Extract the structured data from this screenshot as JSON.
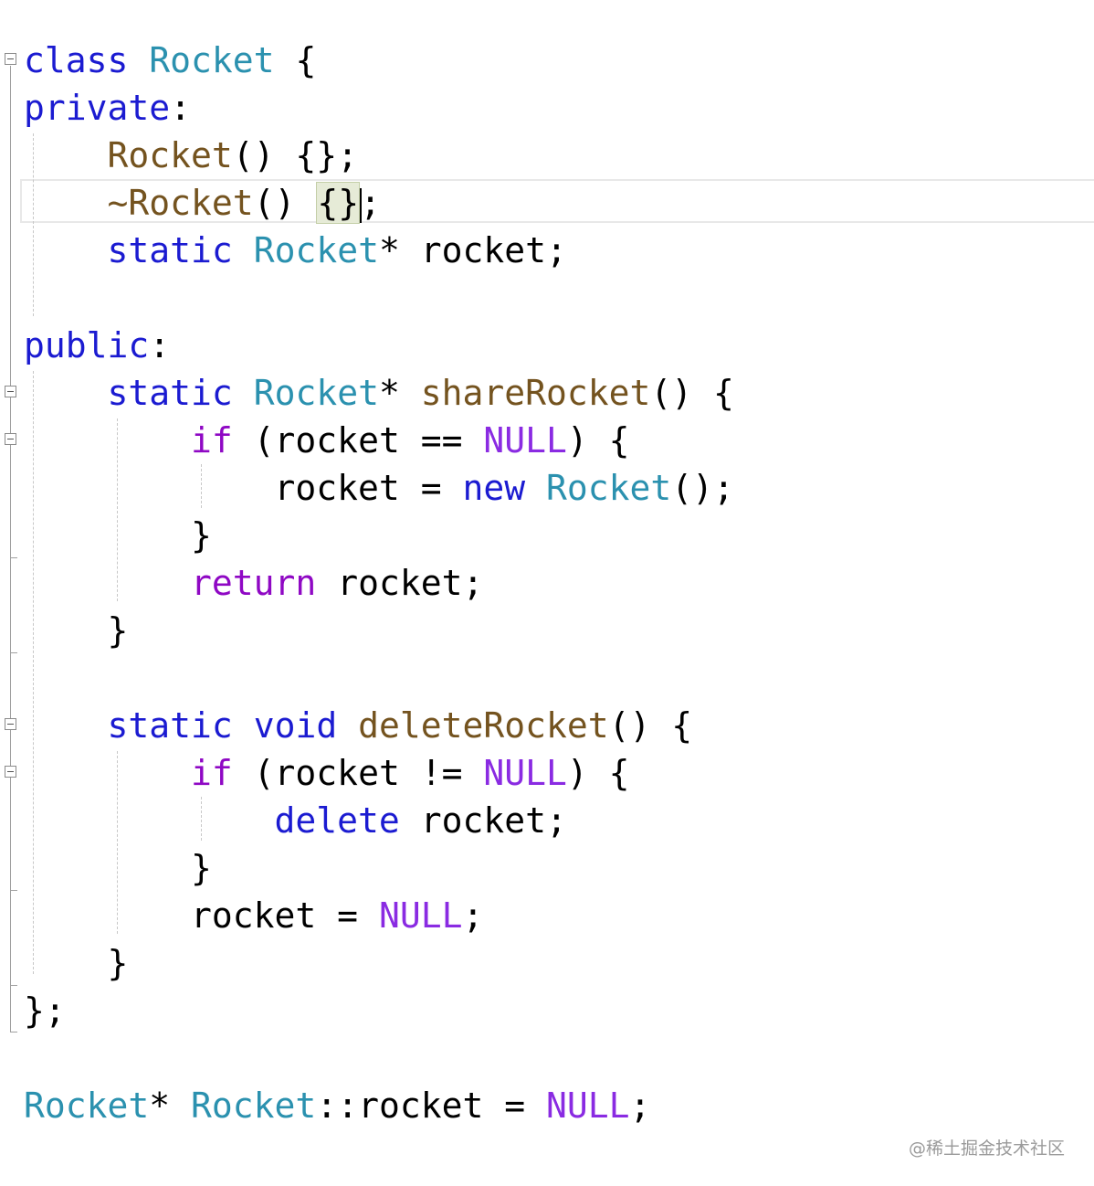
{
  "colors": {
    "keyword": "#1b1bd1",
    "type": "#2b91af",
    "function": "#74531f",
    "macro": "#8a2be2",
    "control": "#8f08c4",
    "plain": "#000000"
  },
  "code": {
    "l1": {
      "kw": "class",
      "name": "Rocket",
      "brace": "{"
    },
    "l2": {
      "kw": "private",
      "colon": ":"
    },
    "l3": {
      "fn": "Rocket",
      "rest": "() {};"
    },
    "l4": {
      "fn": "~Rocket",
      "paren": "() ",
      "braces": "{}",
      "semi": ";"
    },
    "l5": {
      "kw": "static",
      "type": "Rocket",
      "rest": "* rocket;"
    },
    "l7": {
      "kw": "public",
      "colon": ":"
    },
    "l8": {
      "kw": "static",
      "type": "Rocket",
      "star": "* ",
      "fn": "shareRocket",
      "rest": "() {"
    },
    "l9": {
      "kw": "if",
      "cond": " (rocket == ",
      "macro": "NULL",
      "rest": ") {"
    },
    "l10": {
      "var": "rocket = ",
      "kw": "new",
      "type": "Rocket",
      "rest": "();"
    },
    "l11": {
      "text": "}"
    },
    "l12": {
      "kw": "return",
      "rest": " rocket;"
    },
    "l13": {
      "text": "}"
    },
    "l15": {
      "kw": "static",
      "kw2": "void",
      "fn": "deleteRocket",
      "rest": "() {"
    },
    "l16": {
      "kw": "if",
      "cond": " (rocket != ",
      "macro": "NULL",
      "rest": ") {"
    },
    "l17": {
      "kw": "delete",
      "rest": " rocket;"
    },
    "l18": {
      "text": "}"
    },
    "l19": {
      "var": "rocket = ",
      "macro": "NULL",
      "rest": ";"
    },
    "l20": {
      "text": "}"
    },
    "l21": {
      "text": "};"
    },
    "l23": {
      "type1": "Rocket",
      "star": "* ",
      "type2": "Rocket",
      "scope": "::rocket = ",
      "macro": "NULL",
      "rest": ";"
    }
  },
  "watermark": "@稀土掘金技术社区"
}
